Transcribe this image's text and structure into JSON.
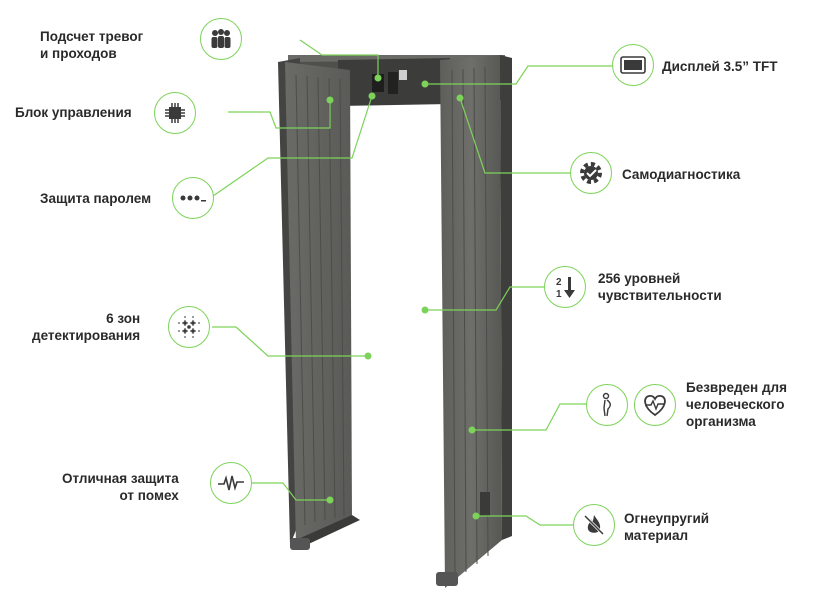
{
  "features": {
    "alarm_count": {
      "line1": "Подсчет тревог",
      "line2": "и проходов",
      "icon": "people-group-icon"
    },
    "control_unit": {
      "text": "Блок управления",
      "icon": "chip-icon"
    },
    "password": {
      "text": "Защита паролем",
      "icon": "password-dots-icon"
    },
    "zones": {
      "line1": "6 зон",
      "line2": "детектирования",
      "icon": "zones-grid-icon"
    },
    "interference": {
      "line1": "Отличная защита",
      "line2": "от помех",
      "icon": "signal-wave-icon"
    },
    "display": {
      "text": "Дисплей 3.5” TFT",
      "icon": "display-icon"
    },
    "selfdiag": {
      "text": "Самодиагностика",
      "icon": "gear-check-icon"
    },
    "sensitivity": {
      "line1": "256 уровней",
      "line2": "чувствительности",
      "icon": "sort-numeric-icon",
      "icon_digit_top": "2",
      "icon_digit_bottom": "1"
    },
    "safe": {
      "line1": "Безвреден для",
      "line2": "человеческого",
      "line3": "организма",
      "icons": [
        "pregnant-woman-icon",
        "heart-pulse-icon"
      ]
    },
    "fireproof": {
      "line1": "Огнеупругий",
      "line2": "материал",
      "icon": "no-fire-icon"
    }
  },
  "colors": {
    "accent": "#7dd35a",
    "gate": "#5a5a58",
    "gate_dark": "#3e3e3c",
    "text": "#2a2a2a"
  }
}
